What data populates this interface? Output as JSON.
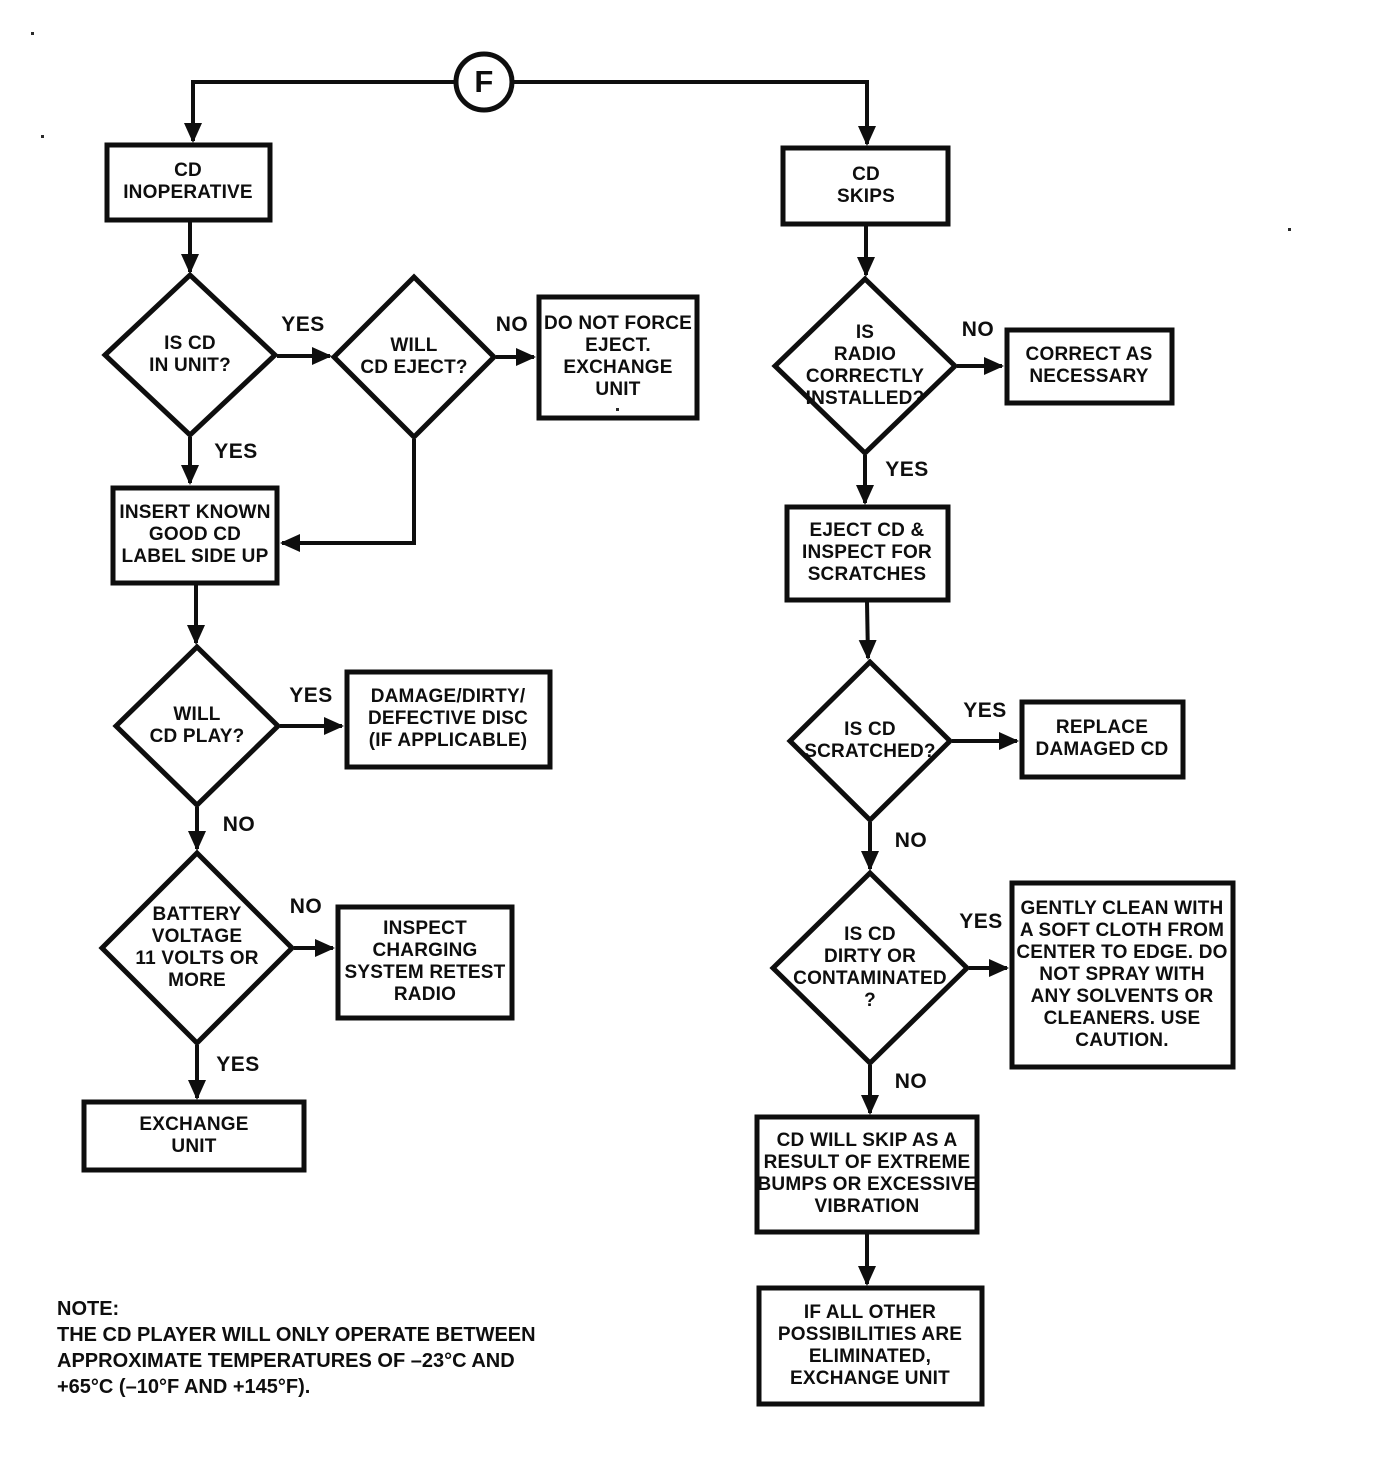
{
  "title": "CD player troubleshooting flowchart",
  "connector": {
    "label": "F"
  },
  "nodes": {
    "cd_inoperative": {
      "type": "process",
      "text": "CD\nINOPERATIVE"
    },
    "is_cd_in_unit": {
      "type": "decision",
      "text": "IS CD\nIN UNIT?"
    },
    "will_cd_eject": {
      "type": "decision",
      "text": "WILL\nCD EJECT?"
    },
    "do_not_force_eject": {
      "type": "process",
      "text": "DO NOT FORCE\nEJECT.\nEXCHANGE\nUNIT"
    },
    "insert_known_good_cd": {
      "type": "process",
      "text": "INSERT KNOWN\nGOOD CD\nLABEL SIDE UP"
    },
    "will_cd_play": {
      "type": "decision",
      "text": "WILL\nCD PLAY?"
    },
    "damage_dirty_disc": {
      "type": "process",
      "text": "DAMAGE/DIRTY/\nDEFECTIVE DISC\n(IF APPLICABLE)"
    },
    "battery_voltage": {
      "type": "decision",
      "text": "BATTERY\nVOLTAGE\n11 VOLTS OR\nMORE"
    },
    "inspect_charging": {
      "type": "process",
      "text": "INSPECT\nCHARGING\nSYSTEM RETEST\nRADIO"
    },
    "exchange_unit": {
      "type": "process",
      "text": "EXCHANGE\nUNIT"
    },
    "cd_skips": {
      "type": "process",
      "text": "CD\nSKIPS"
    },
    "radio_installed": {
      "type": "decision",
      "text": "IS\nRADIO\nCORRECTLY\nINSTALLED?"
    },
    "correct_as_necessary": {
      "type": "process",
      "text": "CORRECT AS\nNECESSARY"
    },
    "eject_inspect": {
      "type": "process",
      "text": "EJECT CD &\nINSPECT FOR\nSCRATCHES"
    },
    "is_cd_scratched": {
      "type": "decision",
      "text": "IS CD\nSCRATCHED?"
    },
    "replace_damaged_cd": {
      "type": "process",
      "text": "REPLACE\nDAMAGED CD"
    },
    "is_cd_dirty": {
      "type": "decision",
      "text": "IS CD\nDIRTY OR\nCONTAMINATED\n?"
    },
    "gently_clean": {
      "type": "process",
      "text": "GENTLY CLEAN WITH\nA SOFT CLOTH FROM\nCENTER TO EDGE. DO\nNOT SPRAY WITH\nANY SOLVENTS OR\nCLEANERS. USE\nCAUTION."
    },
    "cd_will_skip": {
      "type": "process",
      "text": "CD WILL SKIP AS A\nRESULT OF EXTREME\nBUMPS OR EXCESSIVE\nVIBRATION"
    },
    "if_all_other": {
      "type": "process",
      "text": "IF ALL OTHER\nPOSSIBILITIES ARE\nELIMINATED,\nEXCHANGE UNIT"
    }
  },
  "edge_labels": {
    "in_unit_yes_right": "YES",
    "in_unit_yes_down": "YES",
    "eject_no": "NO",
    "play_yes": "YES",
    "play_no": "NO",
    "battery_no": "NO",
    "battery_yes": "YES",
    "radio_no": "NO",
    "radio_yes": "YES",
    "scratched_yes": "YES",
    "scratched_no": "NO",
    "dirty_yes": "YES",
    "dirty_no": "NO"
  },
  "note": {
    "text": "NOTE:\nTHE CD PLAYER WILL ONLY OPERATE BETWEEN\nAPPROXIMATE TEMPERATURES OF –23°C AND\n+65°C (–10°F AND +145°F)."
  }
}
